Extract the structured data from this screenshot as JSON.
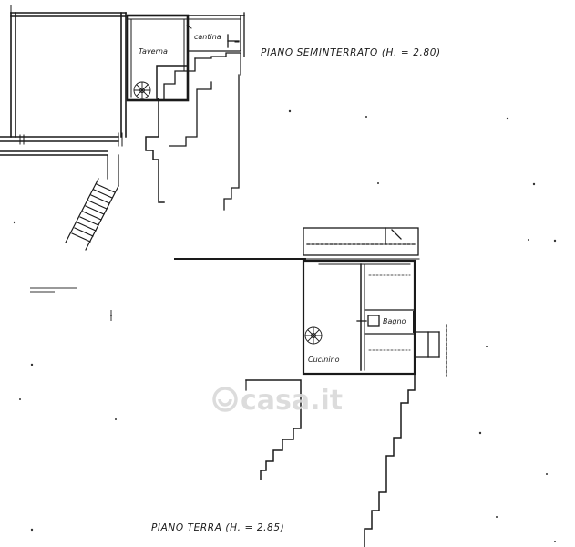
{
  "plan": {
    "basement_heading": "PIANO SEMINTERRATO (H. = 2.80)",
    "ground_heading": "PIANO TERRA (H. = 2.85)",
    "rooms": {
      "taverna": "Taverna",
      "cantina": "cantina",
      "bagno": "Bagno",
      "cucinino": "Cucinino"
    }
  },
  "watermark": {
    "text": "casa.it"
  }
}
